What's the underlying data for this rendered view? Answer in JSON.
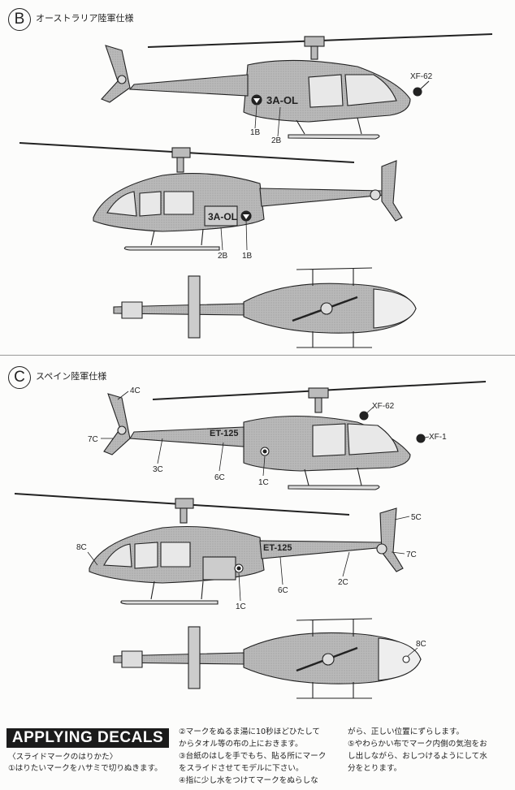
{
  "sections": {
    "b": {
      "letter": "B",
      "title": "オーストラリア陸軍仕様"
    },
    "c": {
      "letter": "C",
      "title": "スペイン陸軍仕様"
    }
  },
  "aircraft": {
    "b_side1": {
      "registration": "3A-OL",
      "labels": [
        "XF-62",
        "1B",
        "2B"
      ]
    },
    "b_side2": {
      "registration": "3A-OL",
      "labels": [
        "2B",
        "1B"
      ]
    },
    "c_side1": {
      "registration": "ET-125",
      "labels": [
        "4C",
        "7C",
        "3C",
        "6C",
        "1C",
        "XF-62",
        "XF-1"
      ]
    },
    "c_side2": {
      "registration": "ET-125",
      "labels": [
        "5C",
        "8C",
        "7C",
        "6C",
        "2C",
        "1C"
      ]
    },
    "c_top": {
      "labels": [
        "8C"
      ]
    }
  },
  "applying_decals": {
    "heading": "APPLYING DECALS",
    "subheading": "〈スライドマークのはりかた〉",
    "steps": {
      "s1": "①はりたいマークをハサミで切りぬきます。",
      "s2a": "②マークをぬるま湯に10秒ほどひたして",
      "s2b": "からタオル等の布の上におきます。",
      "s3a": "③台紙のはしを手でもち、貼る所にマーク",
      "s3b": "をスライドさせてモデルに下さい。",
      "s4": "④指に少し水をつけてマークをぬらしな",
      "s4b": "がら、正しい位置にずらします。",
      "s5a": "⑤やわらかい布でマーク内側の気泡をお",
      "s5b": "し出しながら、おしつけるようにして水",
      "s5c": "分をとります。"
    }
  }
}
